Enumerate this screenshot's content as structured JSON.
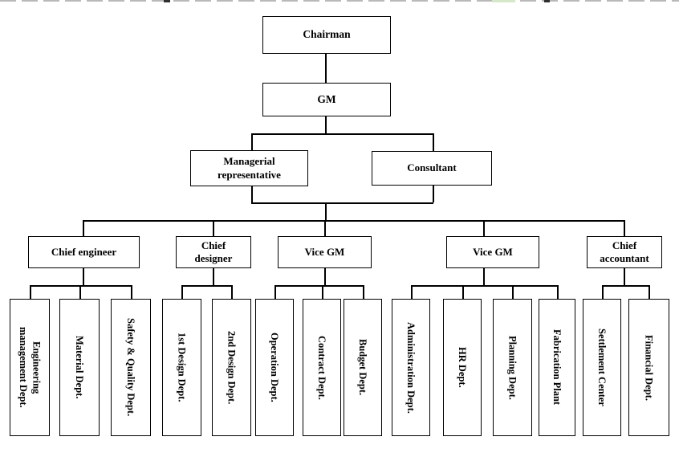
{
  "org": {
    "chairman": "Chairman",
    "gm": "GM",
    "staff": [
      {
        "label": "Managerial\nrepresentative"
      },
      {
        "label": "Consultant"
      }
    ],
    "managers": [
      {
        "label": "Chief engineer",
        "departments": [
          "Engineering\nmanagement Dept.",
          "Material Dept.",
          "Safety & Quality Dept."
        ]
      },
      {
        "label": "Chief\ndesigner",
        "departments": [
          "1st Design Dept.",
          "2nd Design Dept."
        ]
      },
      {
        "label": "Vice GM",
        "departments": [
          "Operation Dept.",
          "Contract Dept.",
          "Budget Dept."
        ]
      },
      {
        "label": "Vice GM",
        "departments": [
          "Administration Dept.",
          "HR Dept.",
          "Planning Dept.",
          "Fabrication Plant"
        ]
      },
      {
        "label": "Chief\naccountant",
        "departments": [
          "Settlement Center",
          "Financial Dept."
        ]
      }
    ]
  },
  "colors": {
    "line": "#000000",
    "box-border": "#000000",
    "box-bg": "#ffffff",
    "text": "#000000",
    "page-bg": "#ffffff",
    "strip-dash": "#b9b9b9",
    "strip-green": "#d5e8c8",
    "strip-dark": "#2f2f2f"
  }
}
